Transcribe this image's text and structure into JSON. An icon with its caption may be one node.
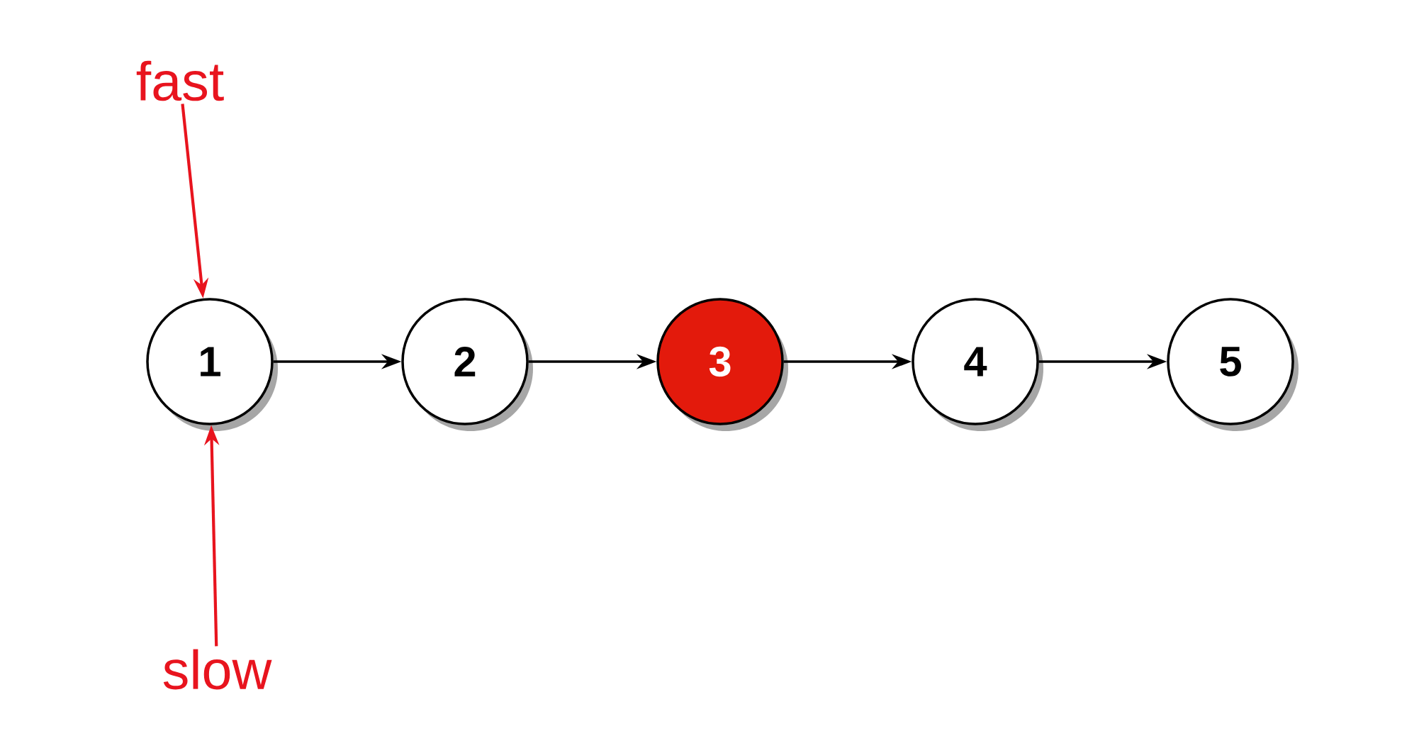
{
  "diagram": {
    "nodes": [
      {
        "text": [
          "fast"
        ]
      },
      {
        "text": [
          "1"
        ]
      },
      {
        "text": [
          "2"
        ]
      },
      {
        "text": [
          "3"
        ]
      },
      {
        "text": [
          "4"
        ]
      },
      {
        "text": [
          "5"
        ]
      },
      {
        "text": [
          "slow"
        ]
      }
    ],
    "edges": [
      {
        "from": 0,
        "to": 1,
        "arrow": "to",
        "color": "#e8141e"
      },
      {
        "from": 1,
        "to": 2,
        "arrow": "to"
      },
      {
        "from": 2,
        "to": 3,
        "arrow": "to"
      },
      {
        "from": 3,
        "to": 4,
        "arrow": "to"
      },
      {
        "from": 4,
        "to": 5,
        "arrow": "to"
      },
      {
        "from": 6,
        "to": 1,
        "arrow": "to",
        "color": "#e8141e"
      }
    ]
  }
}
